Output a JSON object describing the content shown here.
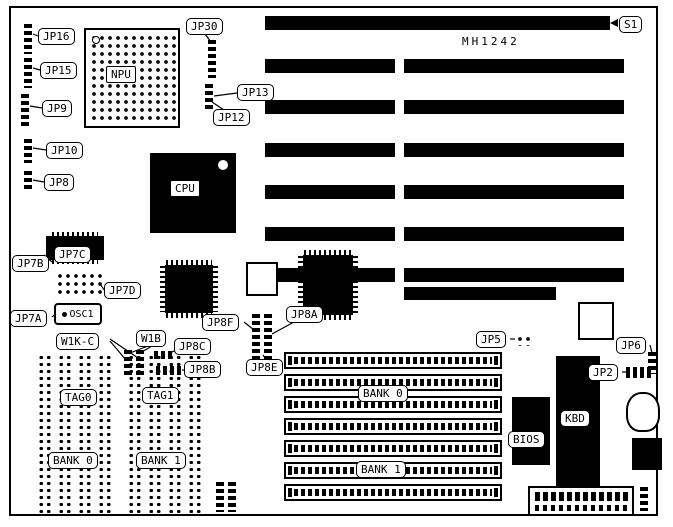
{
  "diagram": {
    "labels": {
      "jp16": "JP16",
      "jp15": "JP15",
      "jp9": "JP9",
      "jp10": "JP10",
      "jp8": "JP8",
      "jp30": "JP30",
      "jp13": "JP13",
      "jp12": "JP12",
      "npu": "NPU",
      "cpu": "CPU",
      "s1": "S1",
      "model": "MH1242",
      "jp7b": "JP7B",
      "jp7c": "JP7C",
      "jp7d": "JP7D",
      "jp7a": "JP7A",
      "osc1": "OSC1",
      "w1kc": "W1K-C",
      "w1b": "W1B",
      "jp8f": "JP8F",
      "jp8a": "JP8A",
      "jp8c": "JP8C",
      "jp8b": "JP8B",
      "jp8e": "JP8E",
      "jp5": "JP5",
      "jp6": "JP6",
      "jp2": "JP2",
      "tag0": "TAG0",
      "tag1": "TAG1",
      "bank0_cache": "BANK 0",
      "bank1_cache": "BANK 1",
      "bank0_dram": "BANK 0",
      "bank1_dram": "BANK 1",
      "bios": "BIOS",
      "kbd": "KBD"
    },
    "colors": {
      "ink": "#000000",
      "background": "#ffffff"
    }
  }
}
